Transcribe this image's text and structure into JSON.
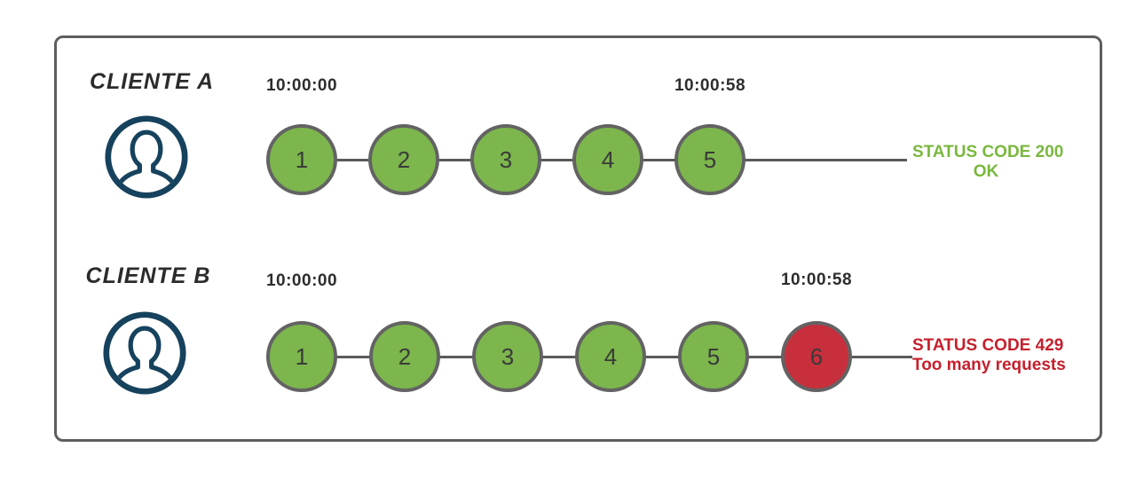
{
  "colors": {
    "frame_border": "#5e5e5e",
    "ok_fill": "#7cb64c",
    "blocked_fill": "#c82f3c",
    "circle_border": "#636363",
    "line": "#5a5a5a",
    "ok_text": "#79b83d",
    "blocked_text": "#c5202d",
    "avatar": "#16425d",
    "time_text": "#2d2d2d",
    "client_text": "#2b2b2b",
    "digit_text": "#3a3a3a"
  },
  "icons": {
    "avatar": "user-silhouette-in-circle"
  },
  "rows": [
    {
      "client_label": "CLIENTE A",
      "start_time": "10:00:00",
      "end_time": "10:00:58",
      "status": "ok",
      "requests": [
        {
          "label": "1",
          "status": "ok"
        },
        {
          "label": "2",
          "status": "ok"
        },
        {
          "label": "3",
          "status": "ok"
        },
        {
          "label": "4",
          "status": "ok"
        },
        {
          "label": "5",
          "status": "ok"
        }
      ],
      "status_lines": [
        "STATUS CODE 200",
        "OK"
      ]
    },
    {
      "client_label": "CLIENTE B",
      "start_time": "10:00:00",
      "end_time": "10:00:58",
      "status": "blocked",
      "requests": [
        {
          "label": "1",
          "status": "ok"
        },
        {
          "label": "2",
          "status": "ok"
        },
        {
          "label": "3",
          "status": "ok"
        },
        {
          "label": "4",
          "status": "ok"
        },
        {
          "label": "5",
          "status": "ok"
        },
        {
          "label": "6",
          "status": "blocked"
        }
      ],
      "status_lines": [
        "STATUS CODE 429",
        "Too many requests"
      ]
    }
  ]
}
